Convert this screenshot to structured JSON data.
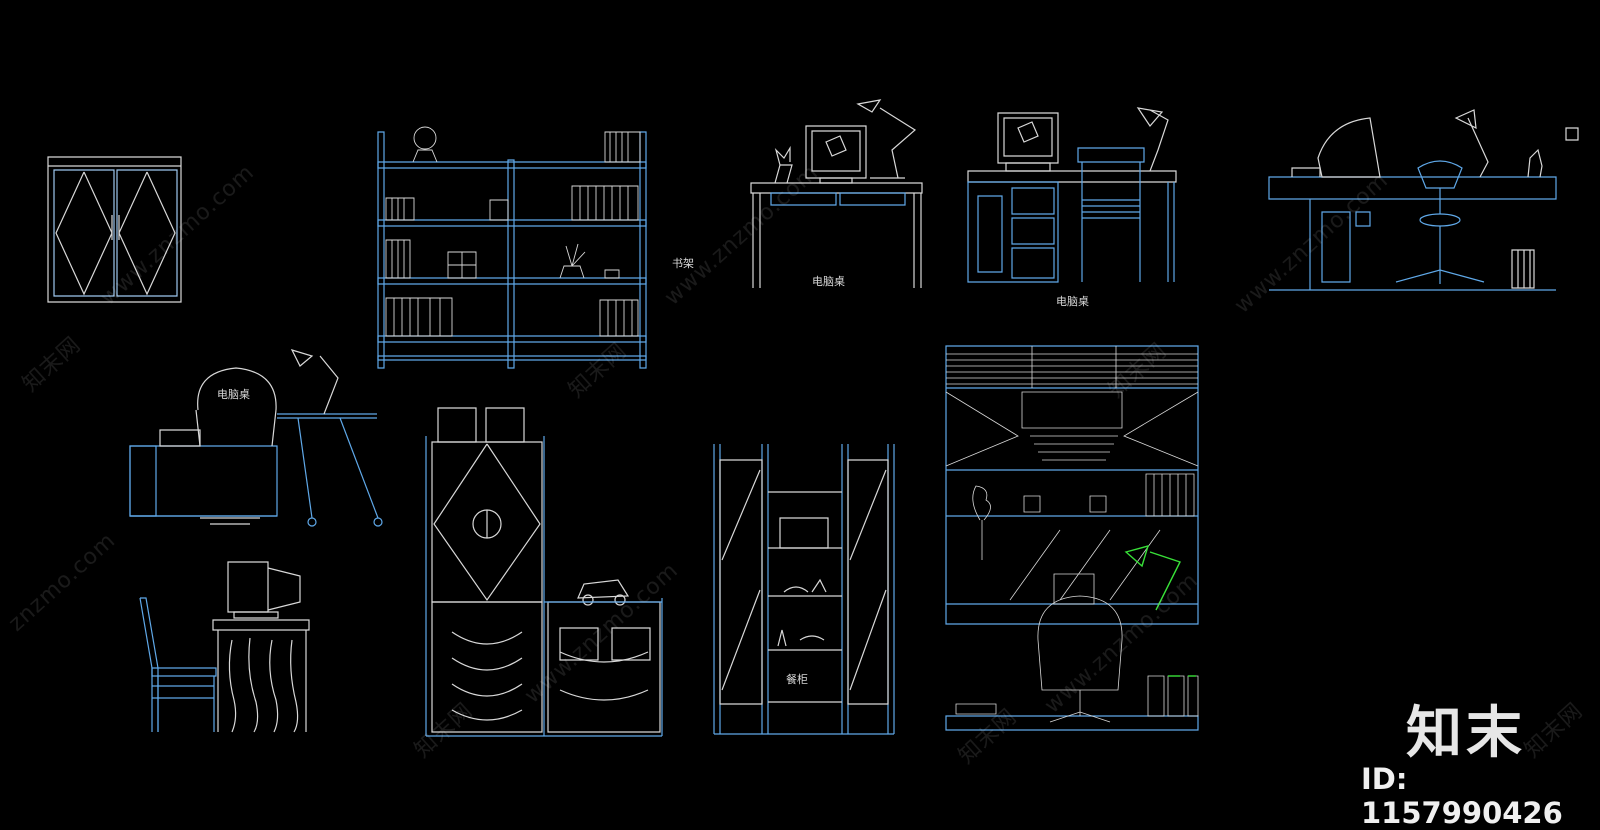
{
  "labels": {
    "bookshelf": "书架",
    "computer_desk_1": "电脑桌",
    "computer_desk_2": "电脑桌",
    "chair_back": "电脑桌",
    "dining_cabinet": "餐柜"
  },
  "watermarks": {
    "site": "www.znzmo.com",
    "site_short": "znzmo.com",
    "cn": "知末网"
  },
  "brand": {
    "logo": "知末",
    "id": "ID: 1157990426"
  },
  "colors": {
    "line_white": "#e8e8e8",
    "line_blue": "#5fa8e8",
    "line_cyan": "#7fd0ff",
    "line_green": "#38e038",
    "background": "#000000"
  },
  "icons": {
    "logo": "znzmo-logo"
  }
}
